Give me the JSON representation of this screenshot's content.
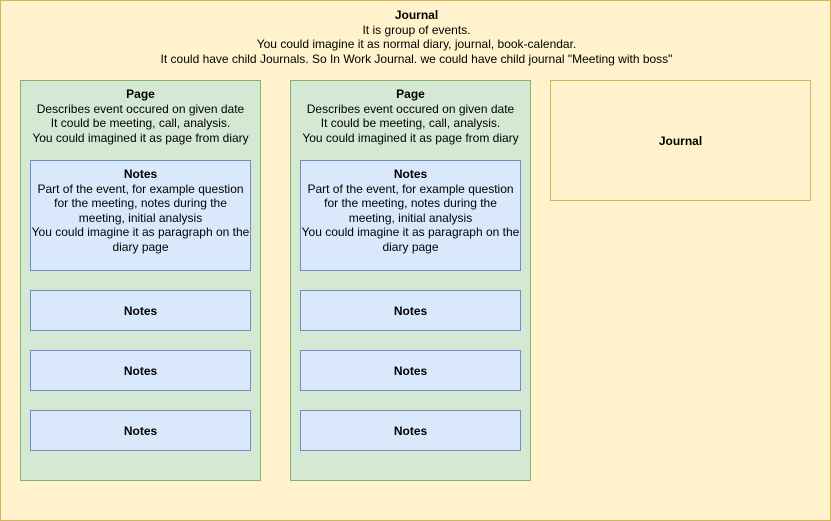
{
  "journal": {
    "title": "Journal",
    "desc": [
      "It is group of events.",
      "You could imagine it as normal diary, journal, book-calendar.",
      "It could have child Journals. So In Work Journal. we could have child journal \"Meeting with boss\""
    ]
  },
  "pages": [
    {
      "title": "Page",
      "desc": [
        "Describes event occured on given date",
        "It could be meeting, call, analysis.",
        "You could imagined it as page from diary"
      ],
      "notes_detail": {
        "title": "Notes",
        "desc": [
          "Part of the event, for example question",
          "for the meeting, notes during the",
          "meeting, initial analysis",
          "You could imagine it as paragraph on the",
          "diary page"
        ]
      },
      "notes": [
        "Notes",
        "Notes",
        "Notes"
      ]
    },
    {
      "title": "Page",
      "desc": [
        "Describes event occured on given date",
        "It could be meeting, call, analysis.",
        "You could imagined it as page from diary"
      ],
      "notes_detail": {
        "title": "Notes",
        "desc": [
          "Part of the event, for example question",
          "for the meeting, notes during the",
          "meeting, initial analysis",
          "You could imagine it as paragraph on the",
          "diary page"
        ]
      },
      "notes": [
        "Notes",
        "Notes",
        "Notes"
      ]
    }
  ],
  "child_journal": {
    "title": "Journal"
  },
  "colors": {
    "journal_fill": "#fff2cc",
    "journal_stroke": "#d6b656",
    "page_fill": "#d5e8d4",
    "page_stroke": "#82b366",
    "notes_fill": "#dae8fc",
    "notes_stroke": "#6c8ebf"
  }
}
